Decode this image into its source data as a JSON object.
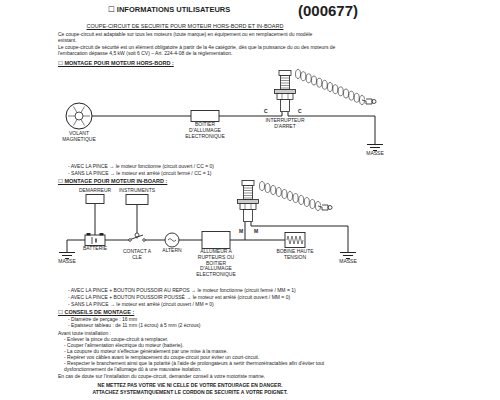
{
  "diagram": {
    "title": "☐ INFORMATIONS UTILISATEURS",
    "nodes": [
      {
        "text": [
          "VOLANT MAGNETIQUE"
        ]
      },
      {
        "text": [
          "BOITIER D'ALLUMAGE ELECTRONIQUE"
        ]
      },
      {
        "text": [
          "INTERRUPTEUR D'ARRET"
        ]
      },
      {
        "text": [
          "MASSE"
        ]
      },
      {
        "text": [
          "DEMARREUR"
        ]
      },
      {
        "text": [
          "INSTRUMENTS"
        ]
      },
      {
        "text": [
          "MASSE"
        ]
      },
      {
        "text": [
          "BATTERIE"
        ]
      },
      {
        "text": [
          "CONTACT A CLE"
        ]
      },
      {
        "text": [
          "ALTERN"
        ]
      },
      {
        "text": [
          "ALLUMEUR A RUPTEURS OU BOITIER D'ALLUMAGE ELECTRONIQUE"
        ]
      },
      {
        "text": [
          "BOBINE HAUTE TENSION"
        ]
      },
      {
        "text": [
          "MASSE"
        ]
      }
    ],
    "edges": [
      {
        "from": 0,
        "to": 1,
        "arrow": "none"
      },
      {
        "from": 1,
        "to": 2,
        "arrow": "none"
      },
      {
        "from": 2,
        "to": 3,
        "arrow": "none"
      },
      {
        "from": 7,
        "to": 6,
        "arrow": "none"
      },
      {
        "from": 7,
        "to": 4,
        "arrow": "none"
      },
      {
        "from": 7,
        "to": 8,
        "arrow": "none"
      },
      {
        "from": 8,
        "to": 5,
        "arrow": "none"
      },
      {
        "from": 8,
        "to": 9,
        "arrow": "none"
      },
      {
        "from": 9,
        "to": 10,
        "arrow": "none"
      },
      {
        "from": 10,
        "to": 11,
        "arrow": "none"
      }
    ],
    "labels": [
      "(000677)",
      "COUPE-CIRCUIT DE SECURITE POUR MOTEUR HORS-BORD ET IN-BOARD",
      "Ce coupe-circuit est adaptable sur tous les moteurs (toute marque) en équipement ou en remplacement du modèle existant.",
      "Le coupe-circuit de sécurité est un élément obligatoire à partir de la 4e catégorie, dès que la puissance du ou des moteurs de l'embarcation dépasse 4,5 kW (soit 6 CV) – Art. 224-4-08 de la réglementation.",
      "☐ MONTAGE POUR MOTEUR HORS-BORD :",
      "C",
      "C",
      "- AVEC LA PINCE → le moteur fonctionne (circuit ouvert / CC = 0)",
      "- SANS LA PINCE → le moteur est arrêté (circuit fermé / CC = 1)",
      "☐ MONTAGE POUR MOTEUR IN-BOARD :",
      "M",
      "M",
      "- AVEC LA PINCE + BOUTON POUSSOIR AU REPOS → le moteur fonctionne (circuit fermé / MM = 1)",
      "- AVEC LA PINCE + BOUTON POUSSOIR POUSSÉ → le moteur est arrêté (circuit ouvert / MM = 0)",
      "- SANS LA PINCE → le moteur est arrêté (circuit ouvert / MM = 0)",
      "☐ CONSEILS DE MONTAGE :",
      "- Diamètre de perçage : 16 mm",
      "- Epaisseur tableau : de 11 mm (1 écrou) à 5 mm (2 écrous)",
      "Avant toute installation :",
      "- Enlever la pince du coupe-circuit à remplacer.",
      "- Couper l'alimentation électrique du moteur (batterie).",
      "- La coupure du moteur s'effectue généralement par une mise à la masse.",
      "- Repérer vos câbles avant le remplacement du coupe-circuit pour éviter un court-circuit.",
      "- Respecter le branchement ainsi que la polarité (à l'aide de prolongateurs à sertir thermorétractables afin d'éviter tout dysfonctionnement de l'allumage dû à une mauvaise isolation.",
      "En cas de doute sur l'installation du coupe-circuit, demander conseil à votre motoriste marine.",
      "NE METTEZ PAS VOTRE VIE NI CELLE DE VOTRE ENTOURAGE EN DANGER.",
      "ATTACHEZ SYSTEMATIQUEMENT LE CORDON DE SECURITE A VOTRE POIGNET."
    ]
  }
}
